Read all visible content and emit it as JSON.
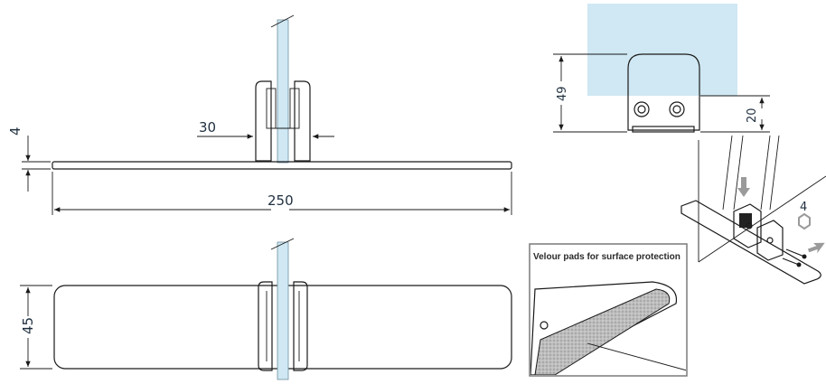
{
  "dimensions": {
    "plate_length": "250",
    "plate_thickness": "4",
    "clamp_width": "30",
    "plate_width": "45",
    "clamp_height": "49",
    "screw_offset": "20",
    "hex_key": "4"
  },
  "callout": {
    "title": "Velour pads for surface protection"
  },
  "colors": {
    "glass": "#cfe8f3",
    "line": "#1a1a1a",
    "text": "#1f2f3f",
    "velour": "#b8b8b8"
  }
}
